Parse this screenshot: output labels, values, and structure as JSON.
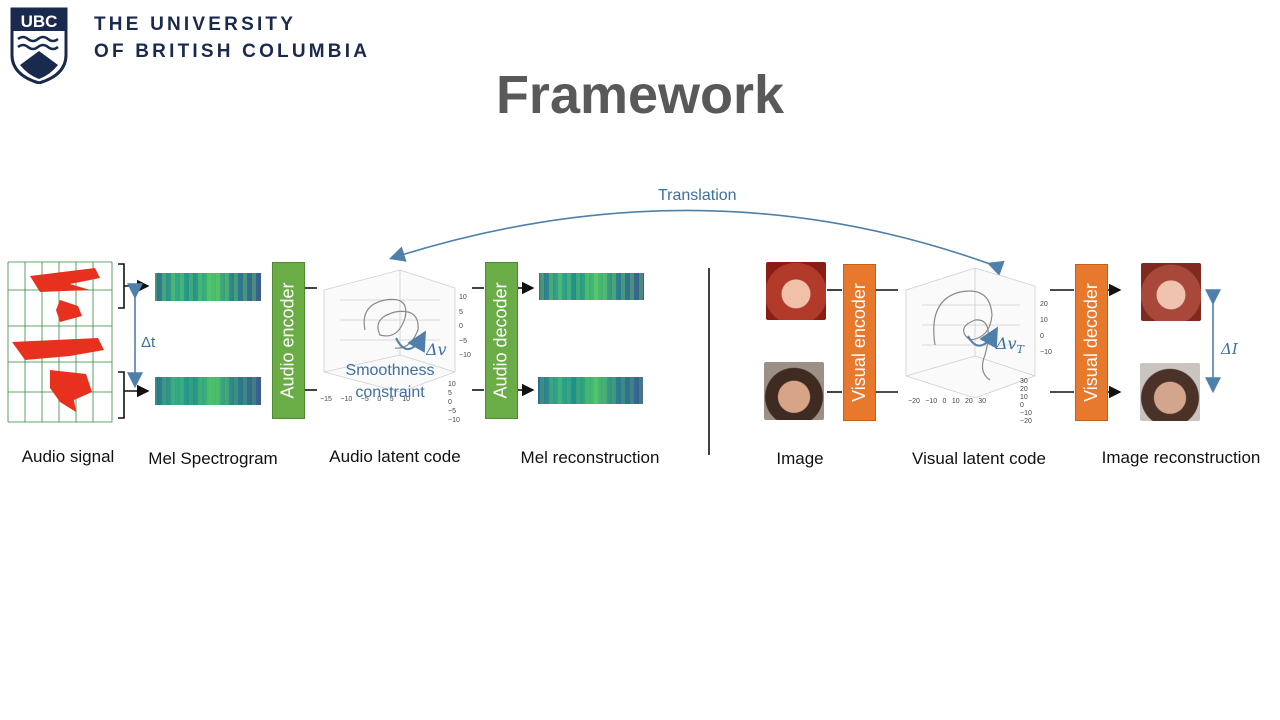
{
  "header": {
    "logo_abbr": "UBC",
    "university_line1": "THE UNIVERSITY",
    "university_line2": "OF BRITISH COLUMBIA"
  },
  "slide": {
    "title": "Framework"
  },
  "diagram": {
    "translation_label": "Translation",
    "delta_t": "Δt",
    "delta_v": "Δv",
    "delta_v_t": "Δv",
    "delta_v_t_sub": "T",
    "delta_i": "ΔI",
    "smoothness_line1": "Smoothness",
    "smoothness_line2": "constraint",
    "blocks": {
      "audio_encoder": "Audio encoder",
      "audio_decoder": "Audio decoder",
      "visual_encoder": "Visual encoder",
      "visual_decoder": "Visual decoder"
    },
    "captions": {
      "audio_signal": "Audio signal",
      "mel_spectrogram": "Mel Spectrogram",
      "audio_latent": "Audio latent code",
      "mel_reconstruction": "Mel reconstruction",
      "image": "Image",
      "visual_latent": "Visual latent code",
      "image_reconstruction": "Image reconstruction"
    },
    "audio_plot_ticks": {
      "z": [
        "10",
        "5",
        "0",
        "−5",
        "−10"
      ],
      "y": [
        "10",
        "5",
        "0",
        "−5",
        "−10"
      ],
      "x": [
        "−15",
        "−10",
        "−5",
        "0",
        "5",
        "10"
      ]
    },
    "visual_plot_ticks": {
      "z": [
        "20",
        "10",
        "0",
        "−10"
      ],
      "y": [
        "30",
        "20",
        "10",
        "0",
        "−10",
        "−20"
      ],
      "x": [
        "−20",
        "−10",
        "0",
        "10",
        "20",
        "30"
      ]
    },
    "colors": {
      "encoder_audio": "#6aac46",
      "encoder_visual": "#e8782c",
      "arrow_blue": "#4f7fab",
      "waveform": "#e8301e"
    }
  }
}
